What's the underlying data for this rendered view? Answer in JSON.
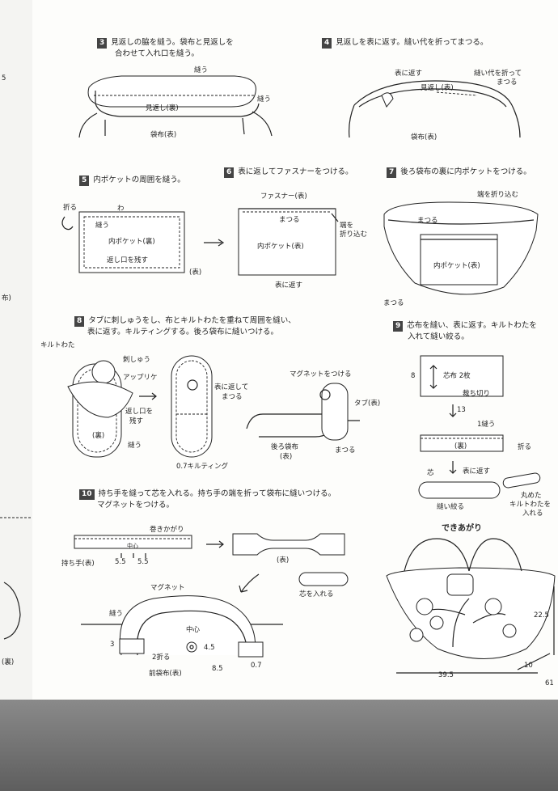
{
  "steps": [
    {
      "num": "3",
      "text1": "見返しの脇を縫う。袋布と見返しを",
      "text2": "合わせて入れ口を縫う。"
    },
    {
      "num": "4",
      "text1": "見返しを表に返す。縫い代を折ってまつる。"
    },
    {
      "num": "5",
      "text1": "内ポケットの周囲を縫う。"
    },
    {
      "num": "6",
      "text1": "表に返してファスナーをつける。"
    },
    {
      "num": "7",
      "text1": "後ろ袋布の裏に内ポケットをつける。"
    },
    {
      "num": "8",
      "text1": "タブに刺しゅうをし、布とキルトわたを重ねて周囲を縫い、",
      "text2": "表に返す。キルティングする。後ろ袋布に縫いつける。"
    },
    {
      "num": "9",
      "text1": "芯布を縫い、表に返す。キルトわたを",
      "text2": "入れて縫い絞る。"
    },
    {
      "num": "10",
      "text1": "持ち手を縫って芯を入れる。持ち手の端を折って袋布に縫いつける。",
      "text2": "マグネットをつける。"
    }
  ],
  "labels": {
    "s3_nuu1": "縫う",
    "s3_nuu2": "縫う",
    "s3_mikaeshi": "見返し(裏)",
    "s3_fukuro": "袋布(表)",
    "s4_omote": "表に返す",
    "s4_nuishiro": "縫い代を折って",
    "s4_matsuru": "まつる",
    "s4_mikaeshi": "見返し(表)",
    "s4_fukuro": "袋布(表)",
    "s5_oru": "折る",
    "s5_wa": "わ",
    "s5_nuu": "縫う",
    "s5_pocket": "内ポケット(裏)",
    "s5_kaeshi": "返し口を残す",
    "s5_omote": "(表)",
    "s6_fastener": "ファスナー(表)",
    "s6_matsuru": "まつる",
    "s6_hashi1": "端を",
    "s6_hashi2": "折り込む",
    "s6_pocket": "内ポケット(表)",
    "s6_omote": "表に返す",
    "s7_hashi": "端を折り込む",
    "s7_matsuru1": "まつる",
    "s7_pocket": "内ポケット(表)",
    "s7_matsuru2": "まつる",
    "s8_quilt": "キルトわた",
    "s8_shishu": "刺しゅう",
    "s8_applique": "アップリケ",
    "s8_kaeshi1": "返し口を",
    "s8_kaeshi2": "残す",
    "s8_ura": "(裏)",
    "s8_nuu": "縫う",
    "s8_omote1": "表に返して",
    "s8_omote2": "まつる",
    "s8_quilting": "0.7キルティング",
    "s8_magnet": "マグネットをつける",
    "s8_tab": "タブ(表)",
    "s8_matsuru": "まつる",
    "s8_ushiro1": "後ろ袋布",
    "s8_ushiro2": "(表)",
    "s9_shinnuno": "芯布 2枚",
    "s9_tachikiri": "裁ち切り",
    "s9_h": "8",
    "s9_w": "13",
    "s9_nuu": "1縫う",
    "s9_ura": "(裏)",
    "s9_oru": "折る",
    "s9_shin": "芯",
    "s9_omote": "表に返す",
    "s9_shibori": "縫い絞る",
    "s9_maru1": "丸めた",
    "s9_maru2": "キルトわたを",
    "s9_maru3": "入れる",
    "dekiagari": "できあがり",
    "dim_h": "22.5",
    "dim_w": "39.5",
    "dim_d": "10",
    "s10_makikagari": "巻きかがり",
    "s10_chushin": "中心",
    "s10_mochite": "持ち手(表)",
    "s10_55a": "5.5",
    "s10_55b": "5.5",
    "s10_omote": "(表)",
    "s10_shin": "芯を入れる",
    "s10_magnet": "マグネット",
    "s10_nuu": "縫う",
    "s10_3": "3",
    "s10_2oru": "2折る",
    "s10_chushin2": "中心",
    "s10_45": "4.5",
    "s10_85": "8.5",
    "s10_07": "0.7",
    "s10_mae": "前袋布(表)",
    "side_fu": "布)",
    "side_ura": "(裏)",
    "side_5": "5",
    "page_num": "61"
  }
}
